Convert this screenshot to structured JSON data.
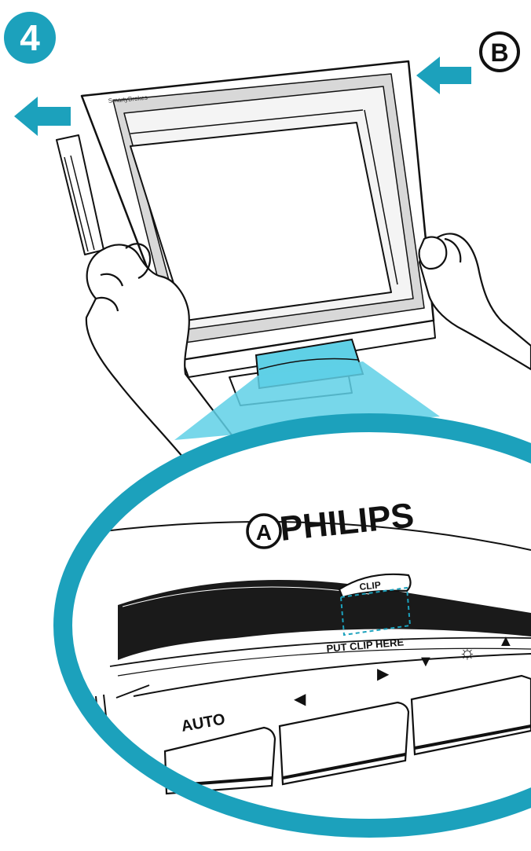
{
  "step": {
    "number": "4"
  },
  "markers": {
    "a": "A",
    "b": "B"
  },
  "monitor": {
    "bezel_brand": "SmartyBrokes"
  },
  "zoom": {
    "brand_logo": "PHILIPS",
    "clip_label": "CLIP",
    "clip_hint": "PUT CLIP HERE",
    "button_auto": "AUTO",
    "glyph_left": "◀",
    "glyph_right": "▶",
    "glyph_down": "▼",
    "glyph_brightness": "☼",
    "glyph_up": "▲"
  },
  "colors": {
    "accent_teal": "#1ca1bc",
    "highlight_cyan": "#5fd0e6",
    "outline": "#111111",
    "paper": "#ffffff",
    "bezel_gray": "#dcdcdc"
  }
}
